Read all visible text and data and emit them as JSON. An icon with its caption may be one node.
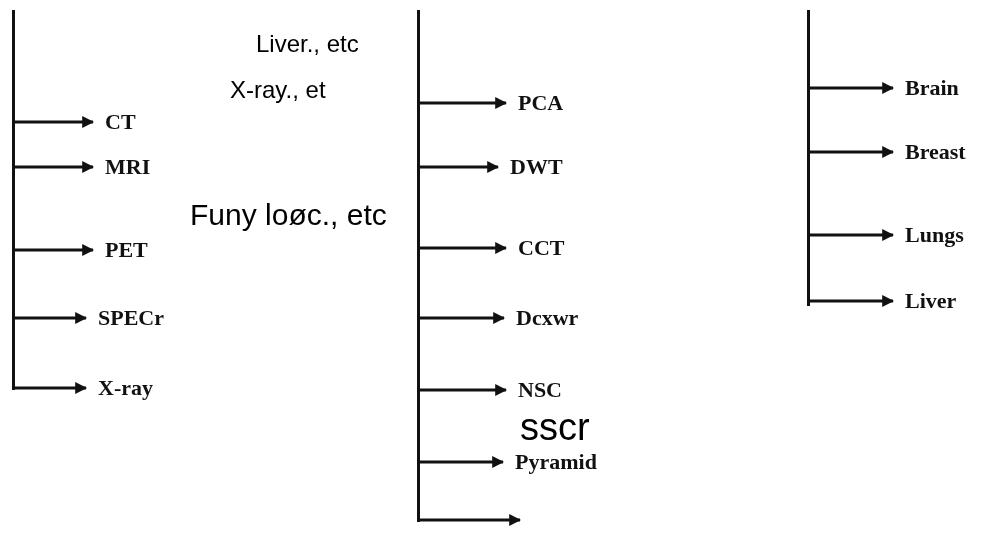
{
  "diagram": {
    "nodes": [
      {
        "text": [],
        "shape": "bar"
      },
      {
        "text": [
          "CT"
        ]
      },
      {
        "text": [
          "MRI"
        ]
      },
      {
        "text": [
          "PET"
        ]
      },
      {
        "text": [
          "SPECr"
        ]
      },
      {
        "text": [
          "X-ray"
        ]
      },
      {
        "text": [],
        "shape": "bar"
      },
      {
        "text": [
          "PCA"
        ]
      },
      {
        "text": [
          "DWT"
        ]
      },
      {
        "text": [
          "CCT"
        ]
      },
      {
        "text": [
          "Dcxwr"
        ]
      },
      {
        "text": [
          "NSC"
        ]
      },
      {
        "text": [
          "Pyramid"
        ]
      },
      {
        "text": [],
        "shape": "bar"
      },
      {
        "text": [
          "Brain"
        ]
      },
      {
        "text": [
          "Breast"
        ]
      },
      {
        "text": [
          "Lungs"
        ]
      },
      {
        "text": [
          "Liver"
        ]
      }
    ],
    "edges": [
      {
        "from": 0,
        "to": 1,
        "arrow": "to"
      },
      {
        "from": 0,
        "to": 2,
        "arrow": "to"
      },
      {
        "from": 0,
        "to": 3,
        "arrow": "to"
      },
      {
        "from": 0,
        "to": 4,
        "arrow": "to"
      },
      {
        "from": 0,
        "to": 5,
        "arrow": "to"
      },
      {
        "from": 6,
        "to": 7,
        "arrow": "to"
      },
      {
        "from": 6,
        "to": 8,
        "arrow": "to"
      },
      {
        "from": 6,
        "to": 9,
        "arrow": "to"
      },
      {
        "from": 6,
        "to": 10,
        "arrow": "to"
      },
      {
        "from": 6,
        "to": 11,
        "arrow": "to"
      },
      {
        "from": 6,
        "to": 12,
        "arrow": "to"
      },
      {
        "from": 6,
        "to": null,
        "arrow": "to"
      },
      {
        "from": 13,
        "to": 14,
        "arrow": "to"
      },
      {
        "from": 13,
        "to": 15,
        "arrow": "to"
      },
      {
        "from": 13,
        "to": 16,
        "arrow": "to"
      },
      {
        "from": 13,
        "to": 17,
        "arrow": "to"
      }
    ],
    "labels": [
      "Liver., etc",
      "X-ray., et",
      "Funy loøc., etc",
      "sscr"
    ]
  }
}
